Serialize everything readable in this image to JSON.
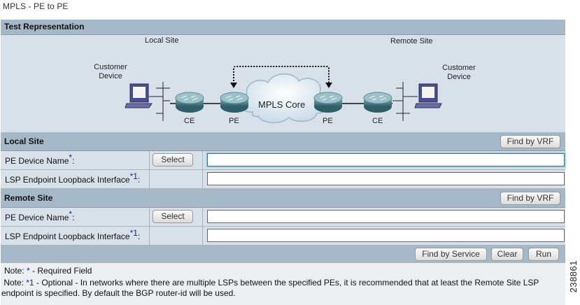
{
  "page": {
    "title": "MPLS - PE to PE",
    "figure_number": "238861"
  },
  "test_representation": {
    "header": "Test Representation",
    "diagram": {
      "local_site_label": "Local Site",
      "remote_site_label": "Remote Site",
      "local_customer_label": "Customer Device",
      "remote_customer_label": "Customer Device",
      "local_ce_label": "CE",
      "local_pe_label": "PE",
      "remote_pe_label": "PE",
      "remote_ce_label": "CE",
      "core_label": "MPLS Core"
    }
  },
  "local_site": {
    "header": "Local Site",
    "find_by_vrf_label": "Find by VRF",
    "pe_device_label": "PE Device Name",
    "pe_device_marker": "*",
    "select_label": "Select",
    "pe_device_value": "",
    "lsp_label": "LSP Endpoint Loopback Interface",
    "lsp_marker": "*1",
    "lsp_value": ""
  },
  "remote_site": {
    "header": "Remote Site",
    "find_by_vrf_label": "Find by VRF",
    "pe_device_label": "PE Device Name",
    "pe_device_marker": "*",
    "select_label": "Select",
    "pe_device_value": "",
    "lsp_label": "LSP Endpoint Loopback Interface",
    "lsp_marker": "*1",
    "lsp_value": ""
  },
  "actions": {
    "find_by_service_label": "Find by Service",
    "clear_label": "Clear",
    "run_label": "Run"
  },
  "notes": {
    "note1_prefix": "Note: ",
    "note1_mark": "*",
    "note1_text": " - Required Field",
    "note2_prefix": "Note: ",
    "note2_mark": "*1",
    "note2_text": " - Optional - In networks where there are multiple LSPs between the specified PEs, it is recommended that at least the Remote Site LSP endpoint is specified. By default the BGP router-id will be used."
  },
  "colors": {
    "header_bg": "#a4b8c8",
    "row_bg": "#d8e1ea",
    "notes_bg": "#eceff2",
    "marker": "#1a2a9a",
    "focus_ring": "#a9d4ea"
  }
}
